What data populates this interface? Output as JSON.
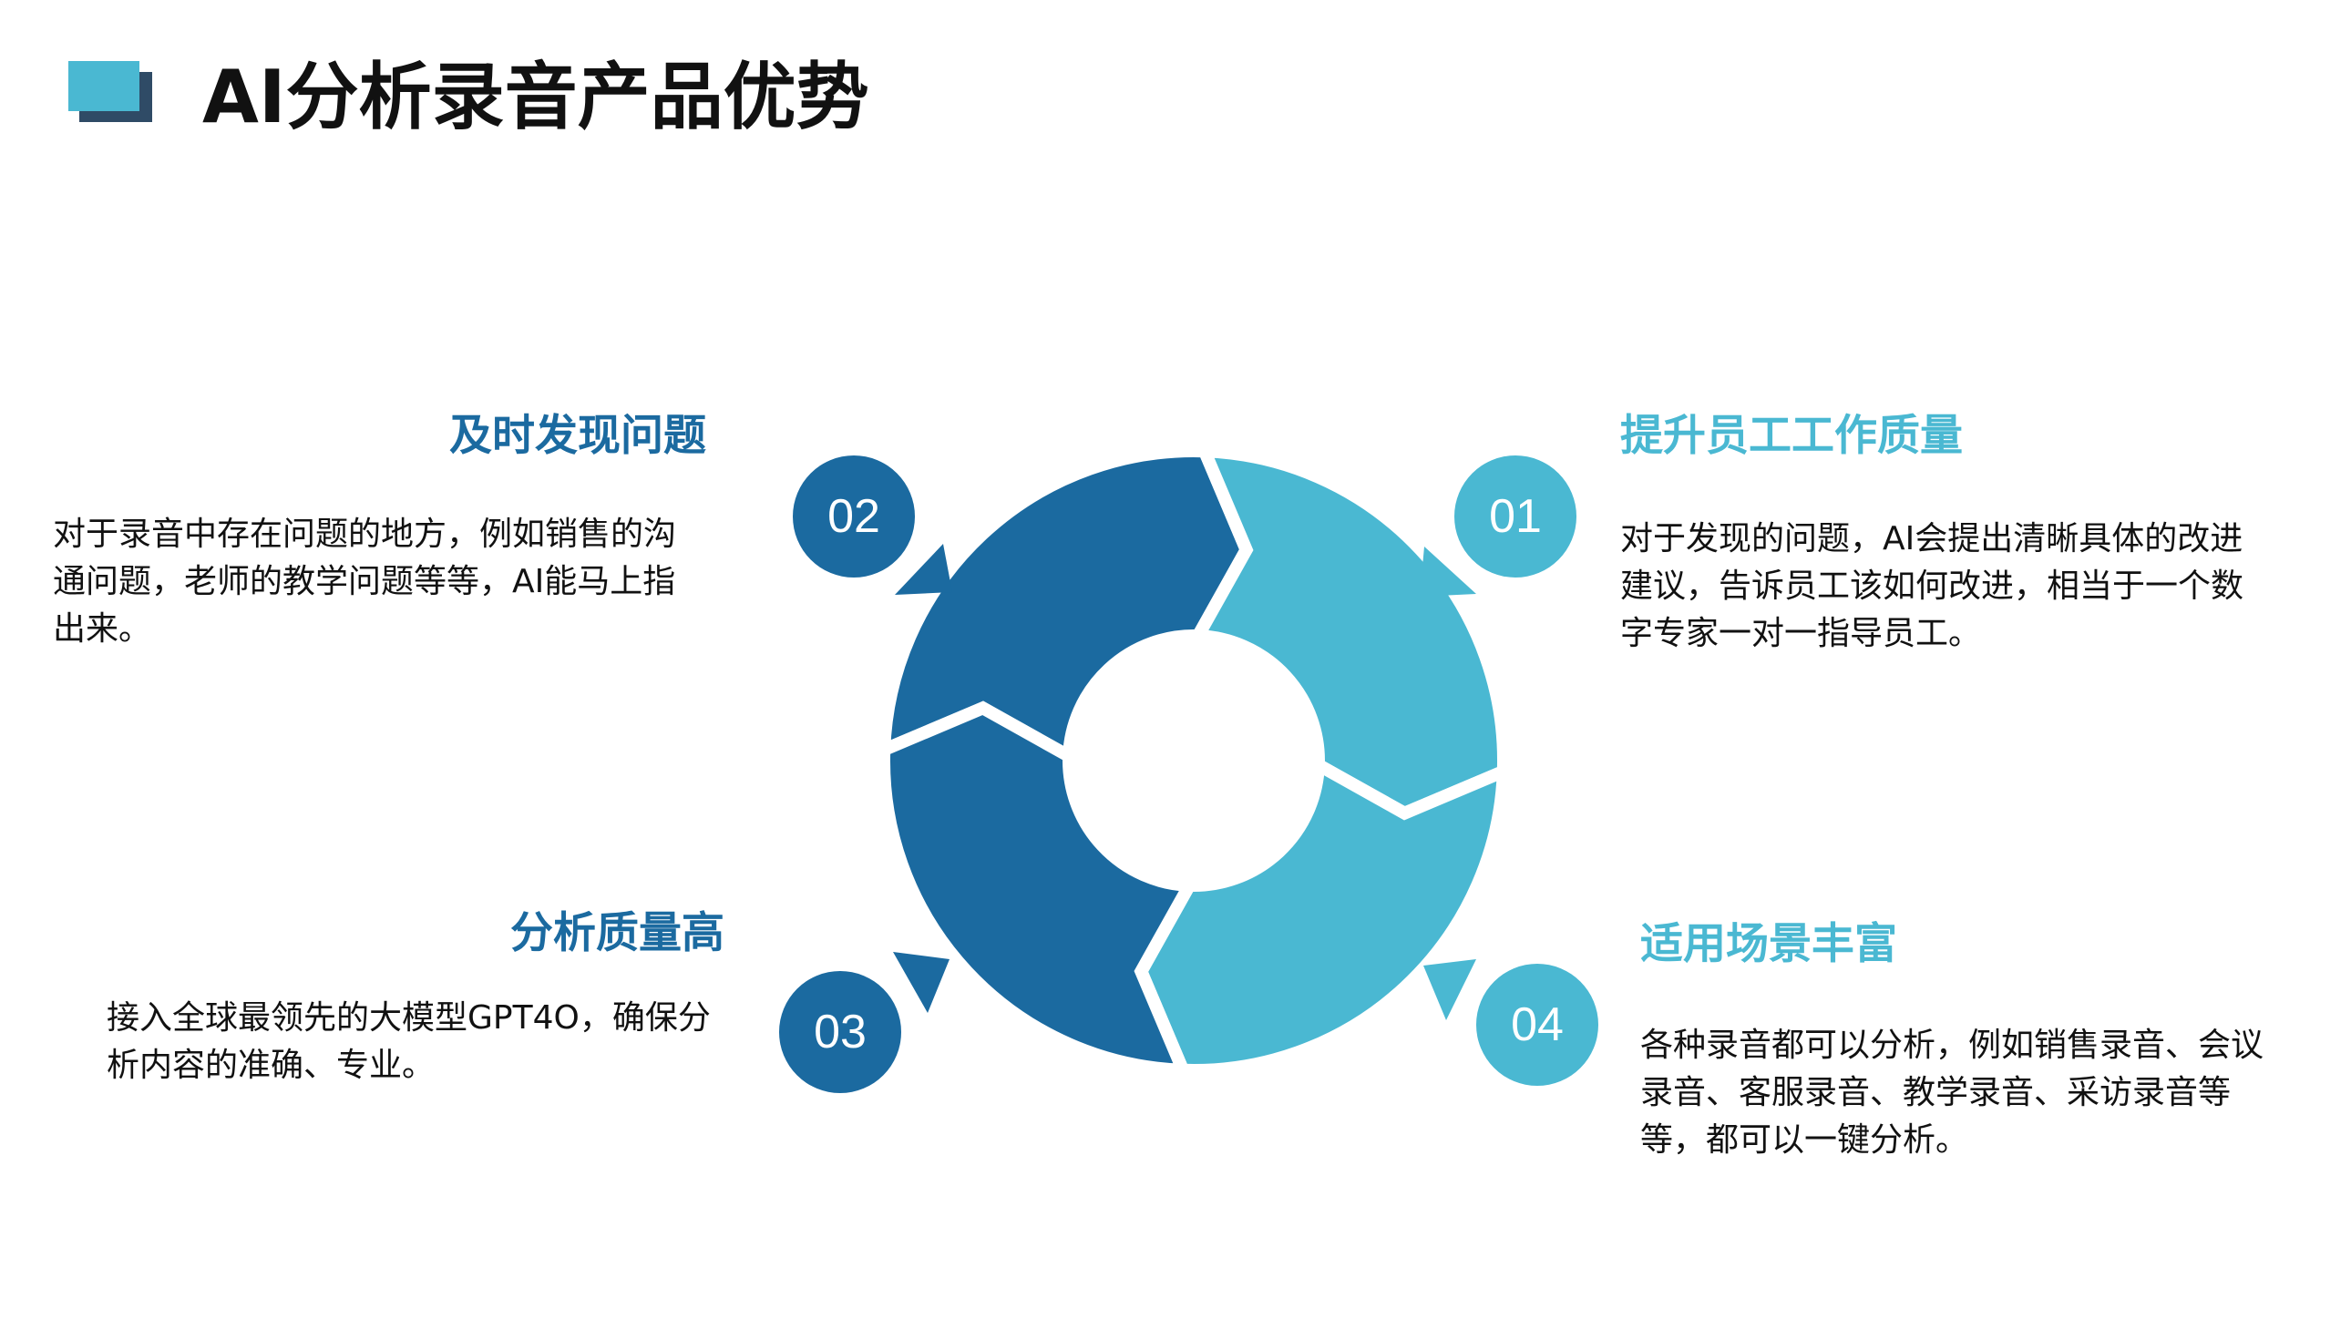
{
  "title": "AI分析录音产品优势",
  "colors": {
    "dark": "#1b6aa0",
    "light": "#4ab8d2",
    "title_icon_back": "#2f4b66",
    "text": "#111111"
  },
  "items": [
    {
      "number": "01",
      "heading": "提升员工工作质量",
      "lines": [
        "对于发现的问题，AI会提出清晰具体的改进",
        "建议，告诉员工该如何改进，相当于一个数",
        "字专家一对一指导员工。"
      ]
    },
    {
      "number": "02",
      "heading": "及时发现问题",
      "lines": [
        "对于录音中存在问题的地方，例如销售的沟",
        "通问题，老师的教学问题等等，AI能马上指",
        "出来。"
      ]
    },
    {
      "number": "03",
      "heading": "分析质量高",
      "lines": [
        "接入全球最领先的大模型GPT4O，确保分",
        "析内容的准确、专业。"
      ]
    },
    {
      "number": "04",
      "heading": "适用场景丰富",
      "lines": [
        "各种录音都可以分析，例如销售录音、会议",
        "录音、客服录音、教学录音、采访录音等",
        "等，都可以一键分析。"
      ]
    }
  ]
}
